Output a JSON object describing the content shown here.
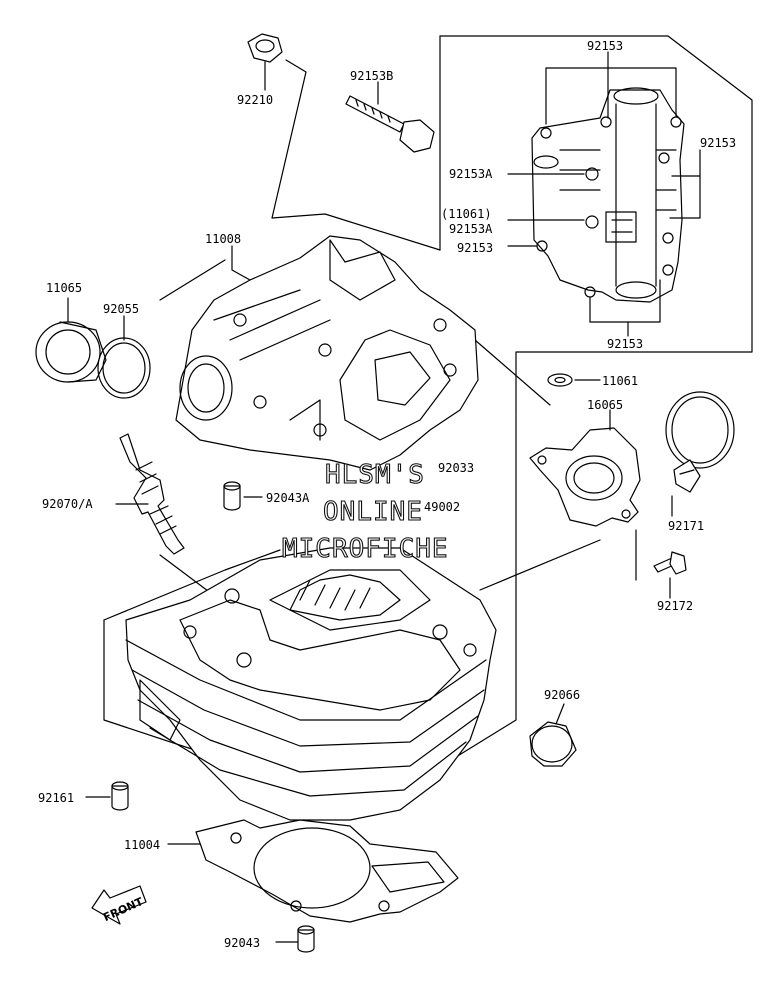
{
  "parts": {
    "p92210": "92210",
    "p92153B": "92153B",
    "p92153_top": "92153",
    "p92153_right": "92153",
    "p92153A_1": "92153A",
    "p11061_paren": "(11061)",
    "p92153A_2": "92153A",
    "p92153_left": "92153",
    "p92153_bottom": "92153",
    "p11008": "11008",
    "p11065": "11065",
    "p92055": "92055",
    "p11061": "11061",
    "p16065": "16065",
    "p92033": "92033",
    "p49002": "49002",
    "p92070A": "92070/A",
    "p92043A": "92043A",
    "p92171": "92171",
    "p92172": "92172",
    "p92066": "92066",
    "p92161": "92161",
    "p11004": "11004",
    "p92043": "92043"
  },
  "watermark": {
    "line1": "HLSM'S",
    "line2": "ONLINE",
    "line3": "MICROFICHE"
  },
  "front_marker": "FRONT"
}
